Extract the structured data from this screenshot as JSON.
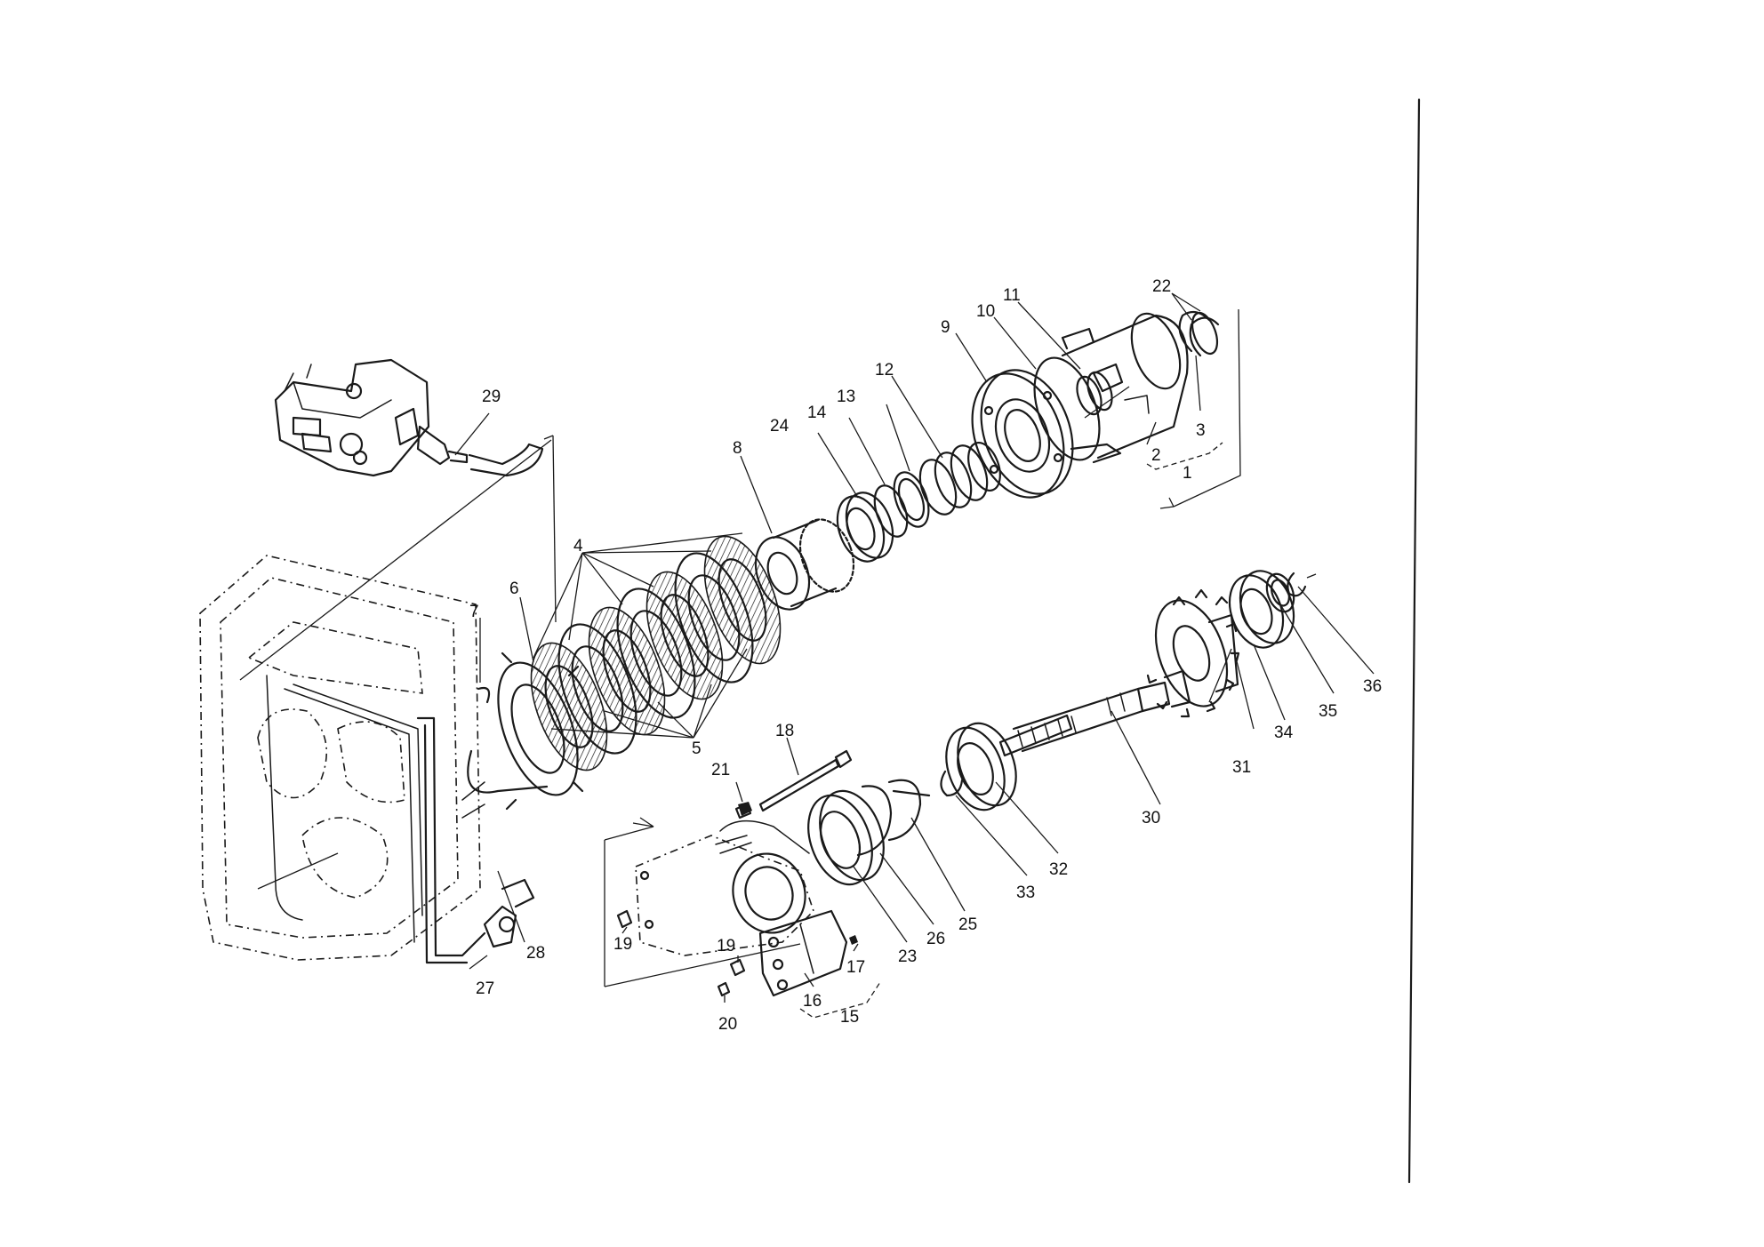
{
  "part_labels": {
    "p1": "1",
    "p2": "2",
    "p3": "3",
    "p4": "4",
    "p5": "5",
    "p6": "6",
    "p7": "7",
    "p8": "8",
    "p9": "9",
    "p10": "10",
    "p11": "11",
    "p12": "12",
    "p13": "13",
    "p14": "14",
    "p15": "15",
    "p16": "16",
    "p17": "17",
    "p18": "18",
    "p19a": "19",
    "p19b": "19",
    "p20": "20",
    "p21": "21",
    "p22": "22",
    "p23": "23",
    "p24": "24",
    "p25": "25",
    "p26": "26",
    "p27": "27",
    "p28": "28",
    "p29": "29",
    "p30": "30",
    "p31": "31",
    "p32": "32",
    "p33": "33",
    "p34": "34",
    "p35": "35",
    "p36": "36"
  },
  "colors": {
    "ink": "#1a1a1a",
    "paper": "#ffffff"
  }
}
